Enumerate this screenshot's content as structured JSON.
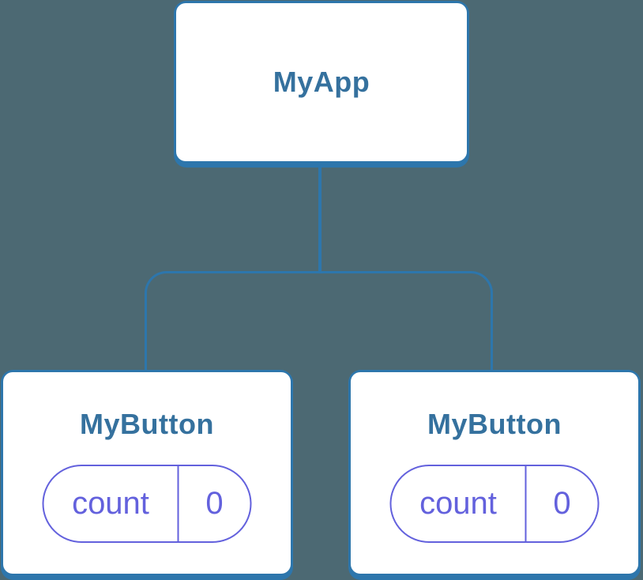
{
  "diagram": {
    "description_labels": {},
    "tree": {
      "root": {
        "title": "MyApp"
      },
      "children": [
        {
          "title": "MyButton",
          "state": {
            "label": "count",
            "value": "0"
          }
        },
        {
          "title": "MyButton",
          "state": {
            "label": "count",
            "value": "0"
          }
        }
      ]
    }
  },
  "colors": {
    "bg": "#4C6973",
    "blue": "#2D76AC",
    "title": "#35719E",
    "purple": "#6361DD",
    "card": "#FFFFFF"
  }
}
